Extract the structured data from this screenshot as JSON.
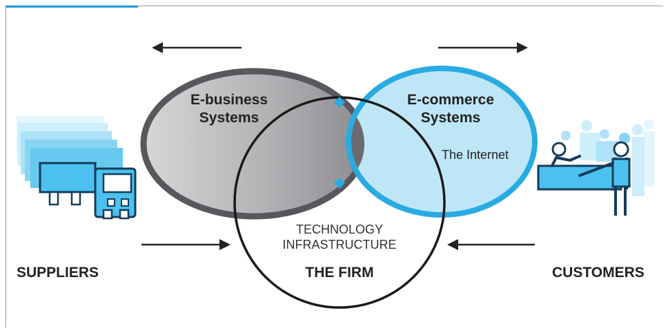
{
  "diagram": {
    "ebusiness_label": [
      "E-business",
      "Systems"
    ],
    "ecommerce_label": [
      "E-commerce",
      "Systems"
    ],
    "internet_label": "The Internet",
    "infrastructure_label": [
      "TECHNOLOGY",
      "INFRASTRUCTURE"
    ],
    "firm_label": "THE FIRM",
    "suppliers_label": "SUPPLIERS",
    "customers_label": "CUSTOMERS",
    "colors": {
      "ebusiness_fill": "#b8b8ba",
      "ebusiness_edge": "#555558",
      "ecommerce_fill": "#bfe6f7",
      "ecommerce_edge": "#29abe2",
      "overlap": "#6e6e72",
      "firm_ring": "#1a1a1a",
      "icon_blue": "#4cc0ee",
      "icon_dark": "#143c5a"
    },
    "icons": [
      "truck-icon",
      "arrow-left-icon",
      "arrow-right-icon",
      "people-icon"
    ]
  }
}
